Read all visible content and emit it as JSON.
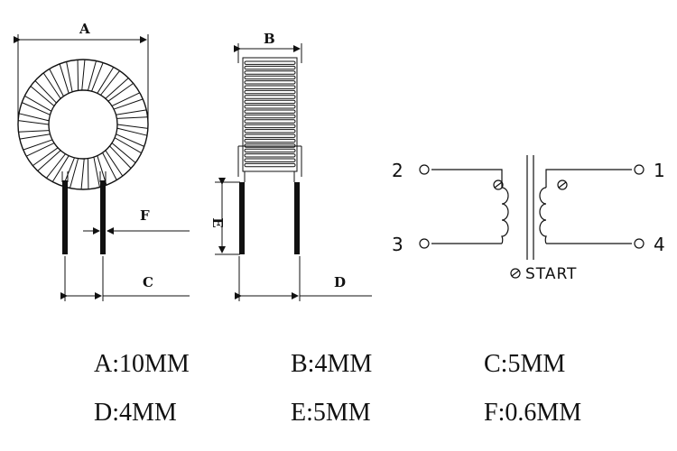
{
  "labels": {
    "a": "A",
    "b": "B",
    "c": "C",
    "d": "D",
    "e": "E",
    "f": "F"
  },
  "pins": [
    "2",
    "3",
    "1",
    "4"
  ],
  "start_label": "START",
  "specs": [
    {
      "text": "A:10MM"
    },
    {
      "text": "B:4MM"
    },
    {
      "text": "C:5MM"
    },
    {
      "text": "D:4MM"
    },
    {
      "text": "E:5MM"
    },
    {
      "text": "F:0.6MM"
    }
  ]
}
